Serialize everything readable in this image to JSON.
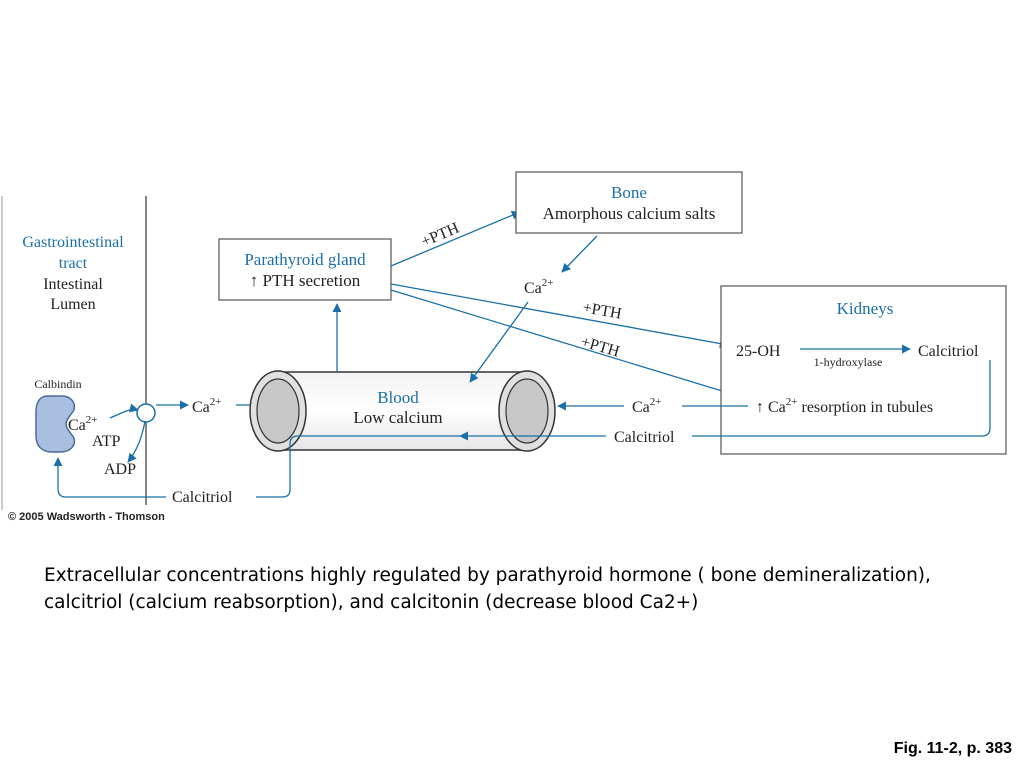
{
  "diagram": {
    "git": {
      "title_line1": "Gastrointestinal",
      "title_line2": "tract",
      "sub_line1": "Intestinal",
      "sub_line2": "Lumen"
    },
    "calbindin": "Calbindin",
    "ca_left": "Ca",
    "atp": "ATP",
    "adp": "ADP",
    "ca_transport": "Ca",
    "parathyroid": {
      "title": "Parathyroid gland",
      "subtitle": "↑ PTH secretion"
    },
    "bone": {
      "title": "Bone",
      "subtitle": "Amorphous calcium salts"
    },
    "pth_bone": "+PTH",
    "ca_from_bone": "Ca",
    "pth_kidney_1": "+PTH",
    "pth_kidney_2": "+PTH",
    "kidneys": {
      "title": "Kidneys",
      "oh25": "25-OH",
      "enzyme": "1-hydroxylase",
      "calcitriol": "Calcitriol",
      "resorption_prefix": "↑ Ca",
      "resorption_suffix": " resorption in tubules"
    },
    "blood": {
      "title": "Blood",
      "subtitle": "Low calcium"
    },
    "ca_from_kidney": "Ca",
    "calcitriol_mid": "Calcitriol",
    "calcitriol_bottom": "Calcitriol",
    "superscript": "2+",
    "copyright": "© 2005 Wadsworth - Thomson"
  },
  "caption": "Extracellular concentrations highly regulated by parathyroid hormone ( bone demineralization), calcitriol (calcium reabsorption), and calcitonin (decrease blood Ca2+)",
  "figure_ref": "Fig. 11-2, p. 383",
  "colors": {
    "accent_blue": "#1a6fa8",
    "box_border": "#555555",
    "calbindin_fill": "#a9bfe0"
  }
}
